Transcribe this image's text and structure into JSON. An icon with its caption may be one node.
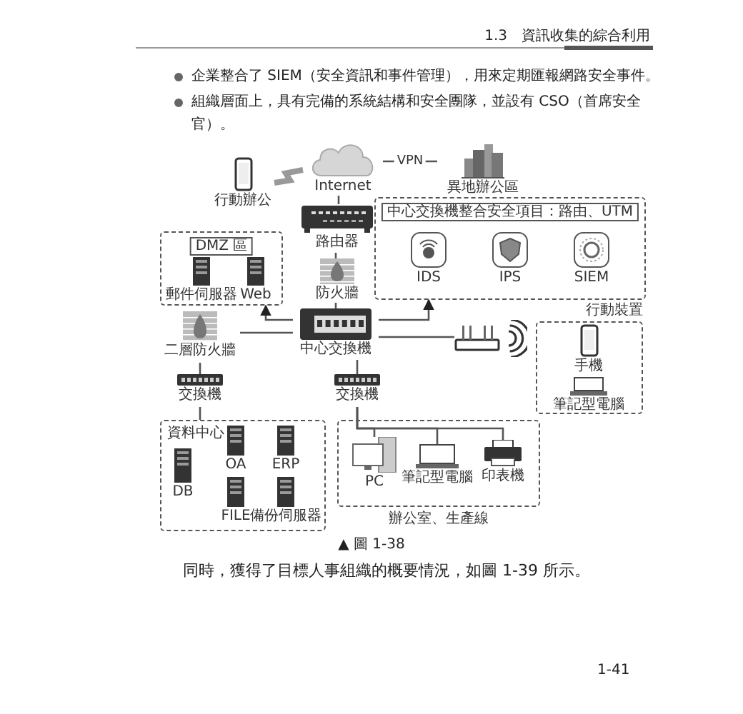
{
  "diagram": {
    "caption": "▲ 圖 1-38",
    "nodes": [
      {
        "text": [
          "行動辦公"
        ]
      },
      {
        "text": [
          "Internet"
        ]
      },
      {
        "text": [
          "異地辦公區"
        ]
      },
      {
        "text": [
          "路由器"
        ]
      },
      {
        "text": [
          "中心交換機整合安全項目：路由、UTM"
        ]
      },
      {
        "text": [
          "IDS"
        ],
        "in": 4
      },
      {
        "text": [
          "IPS"
        ],
        "in": 4
      },
      {
        "text": [
          "SIEM"
        ],
        "in": 4
      },
      {
        "text": [
          "DMZ 區"
        ]
      },
      {
        "text": [
          "郵件伺服器"
        ],
        "in": 8
      },
      {
        "text": [
          "Web"
        ],
        "in": 8
      },
      {
        "text": [
          "防火牆"
        ]
      },
      {
        "text": [
          "行動裝置"
        ]
      },
      {
        "text": [
          "手機"
        ],
        "in": 12
      },
      {
        "text": [
          "筆記型電腦"
        ],
        "in": 12
      },
      {
        "text": [
          "二層防火牆"
        ]
      },
      {
        "text": [
          "中心交換機"
        ]
      },
      {
        "text": [],
        "shape": "picture"
      },
      {
        "text": [
          "交換機"
        ]
      },
      {
        "text": [
          "交換機"
        ]
      },
      {
        "text": [
          "資料中心"
        ]
      },
      {
        "text": [
          "OA"
        ],
        "in": 20
      },
      {
        "text": [
          "ERP"
        ],
        "in": 20
      },
      {
        "text": [
          "DB"
        ],
        "in": 20
      },
      {
        "text": [
          "FILE"
        ],
        "in": 20
      },
      {
        "text": [
          "備份伺服器"
        ],
        "in": 20
      },
      {
        "text": [
          "辦公室、生產線"
        ]
      },
      {
        "text": [
          "PC"
        ],
        "in": 26
      },
      {
        "text": [
          "筆記型電腦"
        ],
        "in": 26
      },
      {
        "text": [
          "印表機"
        ],
        "in": 26
      }
    ],
    "edges": [
      {
        "from": 0,
        "to": 1,
        "arrow": "none",
        "style": "thick"
      },
      {
        "from": 1,
        "to": 3,
        "arrow": "none"
      },
      {
        "from": 1,
        "to": 2,
        "arrow": "none",
        "label": "VPN"
      },
      {
        "from": 3,
        "to": 11,
        "arrow": "none"
      },
      {
        "from": 11,
        "to": 16,
        "arrow": "none"
      },
      {
        "from": 16,
        "to": 8,
        "arrow": "to"
      },
      {
        "from": 16,
        "to": 4,
        "arrow": "to"
      },
      {
        "from": 16,
        "to": 15,
        "arrow": "none"
      },
      {
        "from": 16,
        "to": 17,
        "arrow": "none"
      },
      {
        "from": 15,
        "to": 18,
        "arrow": "none"
      },
      {
        "from": 18,
        "to": 20,
        "arrow": "none"
      },
      {
        "from": 16,
        "to": 19,
        "arrow": "none"
      },
      {
        "from": 19,
        "to": 27,
        "arrow": "none"
      },
      {
        "from": 19,
        "to": 28,
        "arrow": "none"
      },
      {
        "from": 19,
        "to": 29,
        "arrow": "none"
      }
    ],
    "labels": [
      "1.3　資訊收集的綜合利用",
      "企業整合了 SIEM（安全資訊和事件管理），用來定期匯報網路安全事件。",
      "組織層面上，具有完備的系統結構和安全團隊，並設有 CSO（首席安全官）。",
      "同時，獲得了目標人事組織的概要情況，如圖 1-39 所示。",
      "1-41"
    ]
  }
}
